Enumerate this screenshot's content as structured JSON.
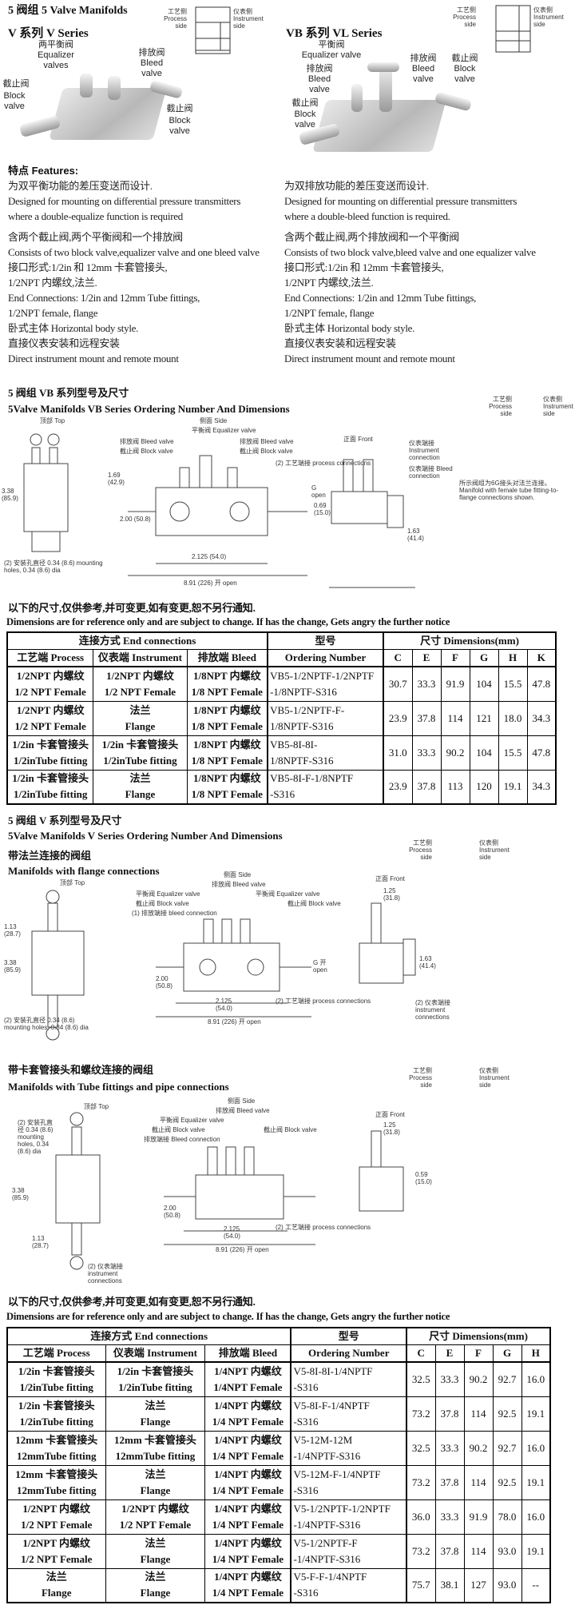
{
  "title": "5 阀组  5 Valve Manifolds",
  "v_series": {
    "heading": "V 系列     V Series",
    "equalizer_cn": "两平衡阀",
    "equalizer_en": "Equalizer valves",
    "bleed_cn": "排放阀",
    "bleed_en": "Bleed valve",
    "block_cn": "截止阀",
    "block_en": "Block valve",
    "block2_cn": "截止阀",
    "block2_en": "Block valve"
  },
  "vb_series": {
    "heading": "VB 系列     VL Series",
    "equalizer_cn": "平衡阀",
    "equalizer_en": "Equalizer valve",
    "bleed_cn": "排放阀",
    "bleed_en": "Bleed valve",
    "bleed2_cn": "排放阀",
    "bleed2_en": "Bleed valve",
    "block_cn": "截止阀",
    "block_en": "Block valve",
    "block2_cn": "截止阀",
    "block2_en": "Block valve"
  },
  "schematic": {
    "process_cn": "工艺侧",
    "process_en": "Process side",
    "instrument_cn": "仪表侧",
    "instrument_en": "Instrument side"
  },
  "features": {
    "heading": "特点 Features:",
    "left": [
      "为双平衡功能的差压变送而设计.",
      "Designed for mounting on differential pressure transmitters",
      "where a double-equalize function is required",
      "含两个截止阀,两个平衡阀和一个排放阀",
      "Consists of two block valve,equalizer valve and one bleed valve",
      "接口形式:1/2in 和 12mm 卡套管接头,",
      "1/2NPT 内螺纹,法兰.",
      "End Connections: 1/2in and 12mm Tube fittings,",
      " 1/2NPT female, flange",
      "卧式主体 Horizontal body style.",
      "直接仪表安装和远程安装",
      "Direct instrument mount and remote mount"
    ],
    "right": [
      "为双排放功能的差压变送而设计.",
      "Designed for mounting on differential pressure transmitters",
      "where a double-bleed function is required.",
      "含两个截止阀,两个排放阀和一个平衡阀",
      "Consists of two block valve,bleed valve and one equalizer valve",
      "接口形式:1/2in 和 12mm 卡套管接头,",
      "1/2NPT 内螺纹,法兰.",
      "End Connections: 1/2in and 12mm Tube fittings,",
      " 1/2NPT female, flange",
      "卧式主体 Horizontal body style.",
      "直接仪表安装和远程安装",
      "Direct instrument mount and remote mount"
    ]
  },
  "vb_section": {
    "title_cn": "5 阀组 VB 系列型号及尺寸",
    "title_en": "5Valve Manifolds VB Series Ordering Number And Dimensions",
    "drawing": {
      "top": "顶部 Top",
      "side": "侧面 Side",
      "front": "正面 Front",
      "equalizer": "平衡阀 Equalizer valve",
      "bleed": "排放阀 Bleed valve",
      "block": "截止阀 Block valve",
      "bleed2": "排放阀 Bleed valve",
      "block2": "截止阀 Block valve",
      "process_conn": "(2) 工艺端接 process connections",
      "mount": "(2) 安装孔直径 0.34 (8.6) mounting holes, 0.34 (8.6) dia",
      "dim_200": "2.00 (50.8)",
      "dim_2125": "2.125 (54.0)",
      "dim_891": "8.91 (226) 开 open",
      "dim_338": "3.38 (85.9)",
      "dim_169": "1.69 (42.9)",
      "dim_069": "0.69 (15.0)",
      "dim_163": "1.63 (41.4)",
      "g_open": "G open",
      "note": "所示阀组为6G接头对法兰连接。Manifold with female tube fitting-to-flange connections shown.",
      "instrument_conn": "仪表端接 Instrument connection",
      "bleed_conn": "仪表端接 Bleed connection"
    }
  },
  "notice_cn": "以下的尺寸,仅供参考,并可变更,如有变更,恕不另行通知.",
  "notice_en": "Dimensions are for reference only and are subject to change. If has the change, Gets angry the further notice",
  "table1": {
    "h_end": "连接方式 End connections",
    "h_model": "型号",
    "h_dims": "尺寸 Dimensions(mm)",
    "h_process": "工艺端 Process",
    "h_instrument": "仪表端 Instrument",
    "h_bleed": "排放端 Bleed",
    "h_order": "Ordering Number",
    "cols": [
      "C",
      "E",
      "F",
      "G",
      "H",
      "K"
    ],
    "rows": [
      {
        "p1": "1/2NPT 内螺纹",
        "p2": "1/2 NPT Female",
        "i1": "1/2NPT 内螺纹",
        "i2": "1/2 NPT Female",
        "b1": "1/8NPT 内螺纹",
        "b2": "1/8 NPT Female",
        "o1": "VB5-1/2NPTF-1/2NPTF",
        "o2": "-1/8NPTF-S316",
        "d": [
          "30.7",
          "33.3",
          "91.9",
          "104",
          "15.5",
          "47.8"
        ]
      },
      {
        "p1": "1/2NPT 内螺纹",
        "p2": "1/2 NPT Female",
        "i1": "法兰",
        "i2": "Flange",
        "b1": "1/8NPT 内螺纹",
        "b2": "1/8 NPT Female",
        "o1": "VB5-1/2NPTF-F-",
        "o2": "1/8NPTF-S316",
        "d": [
          "23.9",
          "37.8",
          "114",
          "121",
          "18.0",
          "34.3"
        ]
      },
      {
        "p1": "1/2in 卡套管接头",
        "p2": "1/2inTube fitting",
        "i1": "1/2in 卡套管接头",
        "i2": "1/2inTube fitting",
        "b1": "1/8NPT 内螺纹",
        "b2": "1/8 NPT Female",
        "o1": "VB5-8I-8I-",
        "o2": "1/8NPTF-S316",
        "d": [
          "31.0",
          "33.3",
          "90.2",
          "104",
          "15.5",
          "47.8"
        ]
      },
      {
        "p1": "1/2in 卡套管接头",
        "p2": "1/2inTube fitting",
        "i1": "法兰",
        "i2": "Flange",
        "b1": "1/8NPT 内螺纹",
        "b2": "1/8 NPT Female",
        "o1": "VB5-8I-F-1/8NPTF",
        "o2": "-S316",
        "d": [
          "23.9",
          "37.8",
          "113",
          "120",
          "19.1",
          "34.3"
        ]
      }
    ]
  },
  "v_section": {
    "title_cn": "5 阀组 V 系列型号及尺寸",
    "title_en": "5Valve Manifolds V Series Ordering Number And Dimensions",
    "flange_cn": "带法兰连接的阀组",
    "flange_en": "Manifolds with flange connections",
    "tube_cn": "带卡套管接头和螺纹连接的阀组",
    "tube_en": "Manifolds with Tube fittings and pipe connections",
    "drawing1": {
      "top": "顶部 Top",
      "side": "侧面 Side",
      "front": "正面 Front",
      "bleed": "排放阀 Bleed valve",
      "equalizer": "平衡阀 Equalizer valve",
      "equalizer2": "平衡阀 Equalizer valve",
      "block": "截止阀 Block valve",
      "block2": "截止阀 Block valve",
      "bleed_conn": "(1) 排放端接 bleed connection",
      "process_conn": "(2) 工艺端接 process connections",
      "mount": "(2) 安装孔直径 0.34 (8.6) mounting holes, 0.34 (8.6) dia",
      "dim_113": "1.13 (28.7)",
      "dim_338": "3.38 (85.9)",
      "dim_200": "2.00 (50.8)",
      "dim_2125": "2.125 (54.0)",
      "dim_891": "8.91 (226) 开 open",
      "dim_125": "1.25 (31.8)",
      "dim_163": "1.63 (41.4)",
      "g_open": "G 开 open",
      "instrument_conn": "(2) 仪表端接 instrument connections"
    },
    "drawing2": {
      "top": "顶部 Top",
      "side": "侧面 Side",
      "front": "正面 Front",
      "bleed": "排放阀 Bleed valve",
      "equalizer": "平衡阀 Equalizer valve",
      "block": "截止阀 Block valve",
      "block2": "截止阀 Block valve",
      "bleed_conn": "排放端接 Bleed connection",
      "process_conn": "(2) 工艺端接 process connections",
      "mount": "(2) 安装孔直径 0.34 (8.6) mounting holes, 0.34 (8.6) dia",
      "dim_113": "1.13 (28.7)",
      "dim_338": "3.38 (85.9)",
      "dim_200": "2.00 (50.8)",
      "dim_2125": "2.125 (54.0)",
      "dim_891": "8.91 (226) 开 open",
      "dim_125": "1.25 (31.8)",
      "dim_059": "0.59 (15.0)",
      "instrument_conn": "(2) 仪表端接 instrument connections"
    }
  },
  "table2": {
    "h_end": "连接方式 End connections",
    "h_model": "型号",
    "h_dims": "尺寸 Dimensions(mm)",
    "h_process": "工艺端 Process",
    "h_instrument": "仪表端 Instrument",
    "h_bleed": "排放端 Bleed",
    "h_order": "Ordering Number",
    "cols": [
      "C",
      "E",
      "F",
      "G",
      "H"
    ],
    "rows": [
      {
        "p1": "1/2in 卡套管接头",
        "p2": "1/2inTube fitting",
        "i1": "1/2in 卡套管接头",
        "i2": "1/2inTube fitting",
        "b1": "1/4NPT 内螺纹",
        "b2": "1/4NPT Female",
        "o1": "V5-8I-8I-1/4NPTF",
        "o2": "-S316",
        "d": [
          "32.5",
          "33.3",
          "90.2",
          "92.7",
          "16.0"
        ]
      },
      {
        "p1": "1/2in 卡套管接头",
        "p2": "1/2inTube fitting",
        "i1": "法兰",
        "i2": "Flange",
        "b1": "1/4NPT 内螺纹",
        "b2": "1/4 NPT Female",
        "o1": "V5-8I-F-1/4NPTF",
        "o2": "-S316",
        "d": [
          "73.2",
          "37.8",
          "114",
          "92.5",
          "19.1"
        ]
      },
      {
        "p1": "12mm 卡套管接头",
        "p2": "12mmTube fitting",
        "i1": "12mm 卡套管接头",
        "i2": "12mmTube fitting",
        "b1": "1/4NPT 内螺纹",
        "b2": "1/4 NPT Female",
        "o1": "V5-12M-12M",
        "o2": "-1/4NPTF-S316",
        "d": [
          "32.5",
          "33.3",
          "90.2",
          "92.7",
          "16.0"
        ]
      },
      {
        "p1": "12mm 卡套管接头",
        "p2": "12mmTube fitting",
        "i1": "法兰",
        "i2": "Flange",
        "b1": "1/4NPT 内螺纹",
        "b2": "1/4 NPT Female",
        "o1": "V5-12M-F-1/4NPTF",
        "o2": "-S316",
        "d": [
          "73.2",
          "37.8",
          "114",
          "92.5",
          "19.1"
        ]
      },
      {
        "p1": "1/2NPT 内螺纹",
        "p2": "1/2 NPT Female",
        "i1": "1/2NPT 内螺纹",
        "i2": "1/2 NPT Female",
        "b1": "1/4NPT 内螺纹",
        "b2": "1/4 NPT Female",
        "o1": "V5-1/2NPTF-1/2NPTF",
        "o2": "-1/4NPTF-S316",
        "d": [
          "36.0",
          "33.3",
          "91.9",
          "78.0",
          "16.0"
        ]
      },
      {
        "p1": "1/2NPT 内螺纹",
        "p2": "1/2 NPT Female",
        "i1": "法兰",
        "i2": "Flange",
        "b1": "1/4NPT 内螺纹",
        "b2": "1/4 NPT Female",
        "o1": "V5-1/2NPTF-F",
        "o2": "-1/4NPTF-S316",
        "d": [
          "73.2",
          "37.8",
          "114",
          "93.0",
          "19.1"
        ]
      },
      {
        "p1": "法兰",
        "p2": "Flange",
        "i1": "法兰",
        "i2": "Flange",
        "b1": "1/4NPT 内螺纹",
        "b2": "1/4 NPT Female",
        "o1": "V5-F-F-1/4NPTF",
        "o2": "-S316",
        "d": [
          "75.7",
          "38.1",
          "127",
          "93.0",
          "--"
        ]
      }
    ]
  }
}
